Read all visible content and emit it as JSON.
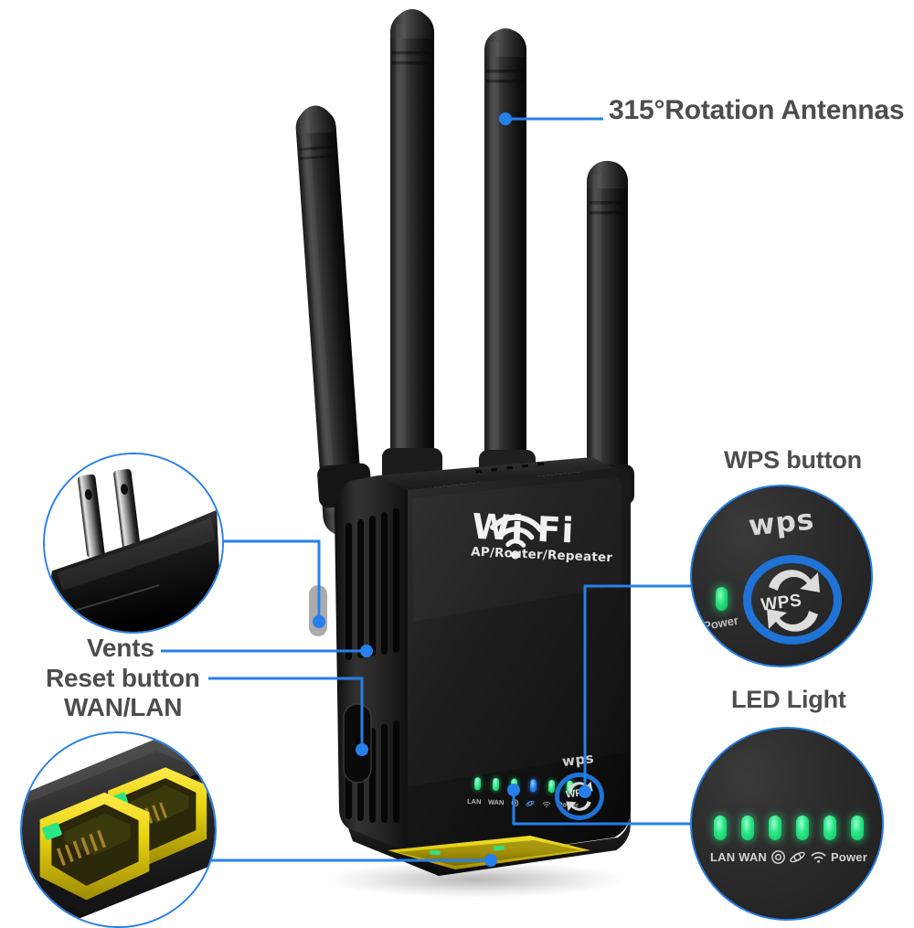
{
  "image": {
    "subject": "WiFi range extender / repeater product infographic",
    "background_color": "#ffffff",
    "accent_color": "#2680eb",
    "label_color": "#4d4d4d",
    "led_color": "#2ae684",
    "port_color": "#f2d61a"
  },
  "callouts": {
    "antennas": {
      "label": "315°Rotation Antennas"
    },
    "wps_button": {
      "label": "WPS button"
    },
    "led_light": {
      "label": "LED Light"
    },
    "vents": {
      "label": "Vents"
    },
    "reset_button": {
      "label": "Reset button"
    },
    "wan_lan": {
      "label": "WAN/LAN"
    }
  },
  "device": {
    "brand_logo": {
      "line1": "Wi Fi",
      "line2": "AP/Router/Repeater"
    },
    "wps": {
      "word": "wps",
      "core": "WPS"
    },
    "led_labels": [
      "LAN",
      "WAN",
      "wps-icon",
      "satellite-icon",
      "wifi-icon",
      "Power"
    ]
  },
  "magnifiers": {
    "plug": {
      "name": "us-two-prong-plug"
    },
    "ports": {
      "name": "rj45-ethernet-ports",
      "count": 2
    },
    "wps": {
      "word": "wps",
      "core": "WPS",
      "power_led_label": "Power"
    },
    "led": {
      "labels": [
        "LAN",
        "WAN",
        "wps-icon",
        "satellite-icon",
        "wifi-icon",
        "Power"
      ],
      "led_count": 6
    }
  }
}
